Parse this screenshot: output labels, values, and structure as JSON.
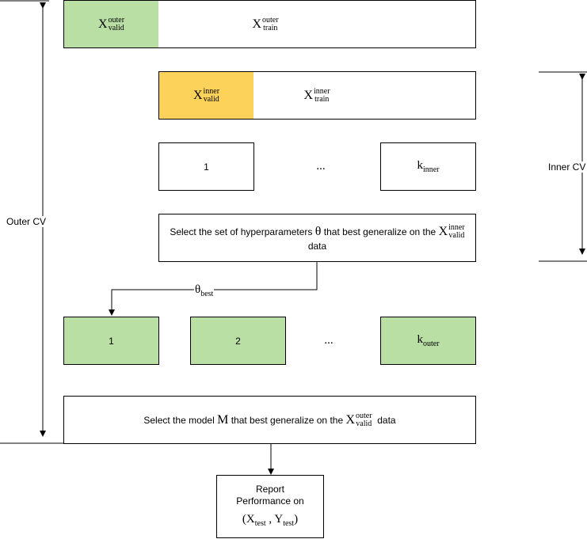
{
  "outer_split": {
    "valid": {
      "base": "X",
      "sup": "outer",
      "sub": "valid"
    },
    "train": {
      "base": "X",
      "sup": "outer",
      "sub": "train"
    }
  },
  "inner_split": {
    "valid": {
      "base": "X",
      "sup": "inner",
      "sub": "valid"
    },
    "train": {
      "base": "X",
      "sup": "inner",
      "sub": "train"
    }
  },
  "inner_folds": {
    "first": "1",
    "ellipsis": "...",
    "last_base": "k",
    "last_sub": "inner"
  },
  "inner_select": {
    "text_before": "Select the set of hyperparameters",
    "theta": "θ",
    "text_mid": "that best generalize on the",
    "x": {
      "base": "X",
      "sup": "inner",
      "sub": "valid"
    },
    "text_after": "data"
  },
  "theta_best": {
    "base": "θ",
    "sub": "best"
  },
  "outer_folds": {
    "first": "1",
    "second": "2",
    "ellipsis": "...",
    "last_base": "k",
    "last_sub": "outer"
  },
  "outer_select": {
    "text_before": "Select the model",
    "model": "M",
    "text_mid": "that best generalize on the",
    "x": {
      "base": "X",
      "sup": "outer",
      "sub": "valid"
    },
    "text_after": "data"
  },
  "report": {
    "line1": "Report",
    "line2": "Performance on",
    "open": "(",
    "x_base": "X",
    "x_sub": "test",
    "comma": ",",
    "y_base": "Y",
    "y_sub": "test",
    "close": ")"
  },
  "labels": {
    "outer_cv": "Outer CV",
    "inner_cv": "Inner CV"
  },
  "colors": {
    "valid_outer": "#b9dfa5",
    "valid_inner": "#fdd25a",
    "outer_fold": "#b9dfa5"
  }
}
